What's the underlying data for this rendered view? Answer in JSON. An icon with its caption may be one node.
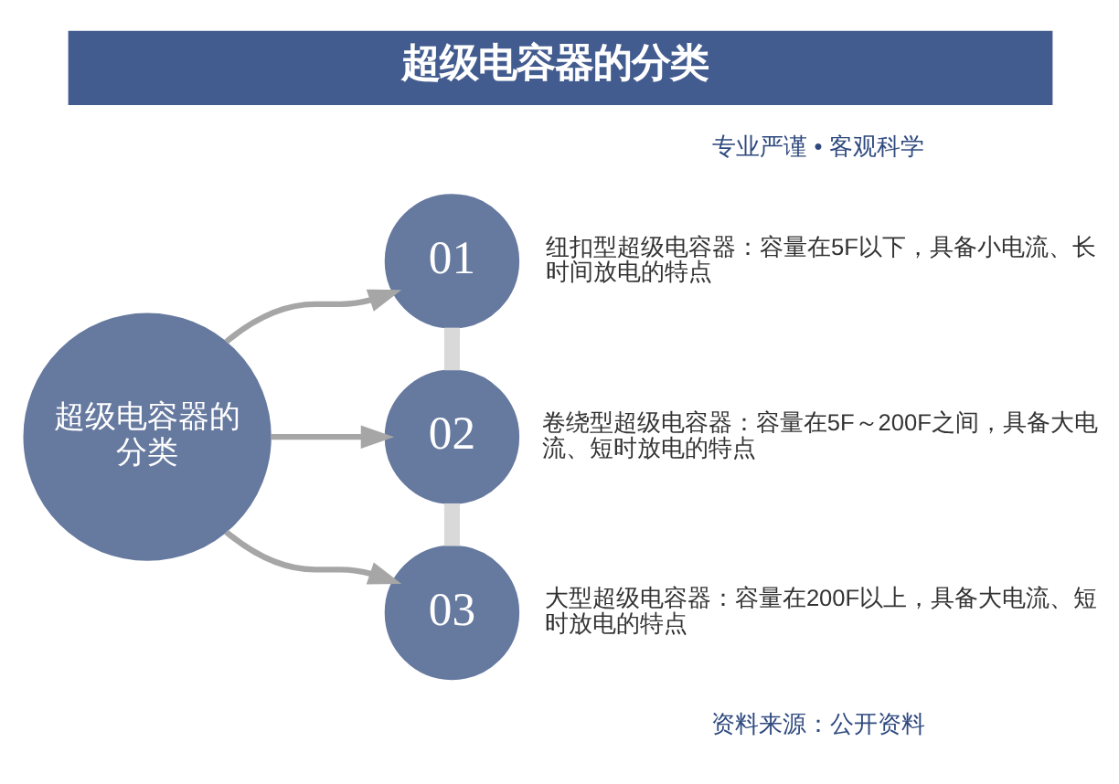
{
  "diagram": {
    "title": "超级电容器的分类",
    "nodes": [
      {
        "text": [
          "超级电容器的分类"
        ]
      },
      {
        "text": [
          "01"
        ],
        "beside": [
          "纽扣型超级电容器：容量在5F以下，具备小电流、长时间放电的特点"
        ]
      },
      {
        "text": [
          "02"
        ],
        "beside": [
          "卷绕型超级电容器：容量在5F～200F之间，具备大电流、短时放电的特点"
        ]
      },
      {
        "text": [
          "03"
        ],
        "beside": [
          "大型超级电容器：容量在200F以上，具备大电流、短时放电的特点"
        ]
      }
    ],
    "edges": [
      {
        "from": 0,
        "to": 1,
        "arrow": "to"
      },
      {
        "from": 0,
        "to": 2,
        "arrow": "to"
      },
      {
        "from": 0,
        "to": 3,
        "arrow": "to"
      },
      {
        "from": 1,
        "to": 2,
        "arrow": "none",
        "style": "thick",
        "color": "#d9d9d9"
      },
      {
        "from": 2,
        "to": 3,
        "arrow": "none",
        "style": "thick",
        "color": "#d9d9d9"
      }
    ],
    "labels": [
      "专业严谨 • 客观科学",
      "资料来源：公开资料"
    ]
  }
}
